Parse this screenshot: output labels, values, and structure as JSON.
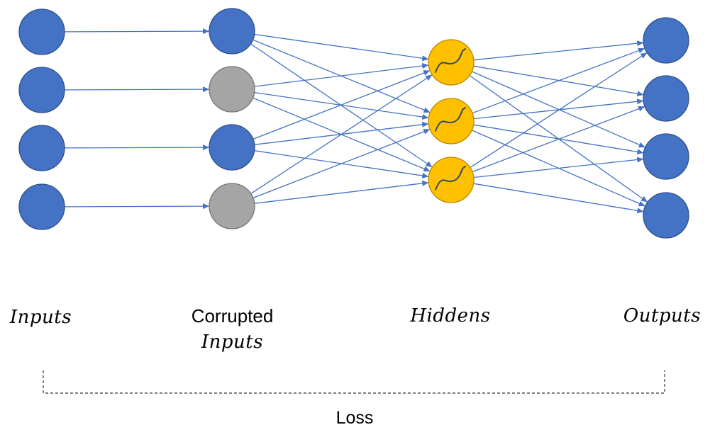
{
  "diagram": {
    "layers": [
      {
        "id": "inputs",
        "label": "Inputs",
        "label_style": "italic",
        "node_color": "#4472C4",
        "node_states": [
          "active",
          "active",
          "active",
          "active"
        ]
      },
      {
        "id": "corrupted",
        "label_lines": [
          "Corrupted",
          "Inputs"
        ],
        "node_color": "#4472C4",
        "corrupted_color": "#A5A5A5",
        "node_states": [
          "active",
          "corrupted",
          "active",
          "corrupted"
        ]
      },
      {
        "id": "hiddens",
        "label": "Hiddens",
        "label_style": "italic",
        "node_color": "#FFC000",
        "node_icon": "sigmoid-icon",
        "node_states": [
          "active",
          "active",
          "active"
        ]
      },
      {
        "id": "outputs",
        "label": "Outputs",
        "label_style": "italic",
        "node_color": "#4472C4",
        "node_states": [
          "active",
          "active",
          "active",
          "active"
        ]
      }
    ],
    "connections": [
      {
        "from": "inputs",
        "to": "corrupted",
        "pattern": "one-to-one"
      },
      {
        "from": "corrupted",
        "to": "hiddens",
        "pattern": "fully-connected"
      },
      {
        "from": "hiddens",
        "to": "outputs",
        "pattern": "fully-connected"
      }
    ],
    "edge_color": "#4472C4",
    "loss": {
      "label": "Loss",
      "style": "dashed-bracket",
      "spans": [
        "inputs",
        "outputs"
      ]
    }
  }
}
